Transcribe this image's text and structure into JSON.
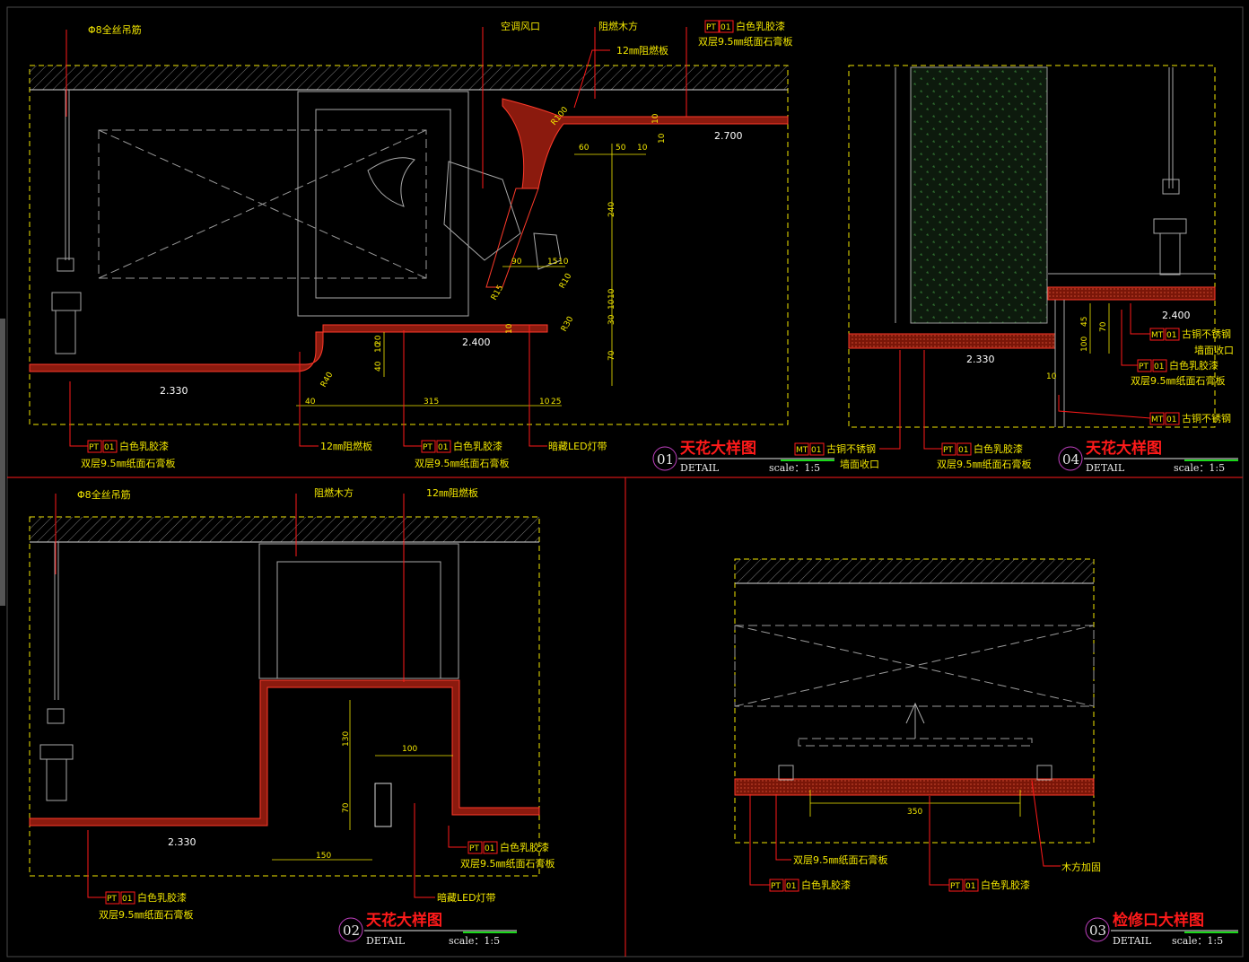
{
  "sheet": {
    "details": [
      {
        "id": "detail-01",
        "number": "01",
        "title": "天花大样图",
        "detail_label": "DETAIL",
        "scale_label": "scale：1:5",
        "callouts": [
          {
            "text": "Φ8全丝吊筋"
          },
          {
            "text": "空调风口"
          },
          {
            "text": "阻燃木方"
          },
          {
            "text": "12㎜阻燃板"
          },
          {
            "code": "PT",
            "num": "01",
            "text": "白色乳胶漆",
            "sub": "双层9.5㎜纸面石膏板"
          },
          {
            "code": "PT",
            "num": "01",
            "text": "白色乳胶漆",
            "sub": "双层9.5㎜纸面石膏板"
          },
          {
            "code": "PT",
            "num": "01",
            "text": "白色乳胶漆",
            "sub": "双层9.5㎜纸面石膏板"
          },
          {
            "text": "12㎜阻燃板"
          },
          {
            "text": "暗藏LED灯带"
          }
        ],
        "levels": [
          "2.700",
          "2.400",
          "2.330"
        ],
        "dims": [
          "R100",
          "60",
          "50",
          "10",
          "10",
          "240",
          "90",
          "15",
          "10",
          "R10",
          "R15",
          "10",
          "10",
          "10",
          "30",
          "70",
          "R30",
          "R40",
          "20",
          "10",
          "40",
          "40",
          "315",
          "10",
          "25",
          "10"
        ]
      },
      {
        "id": "detail-04",
        "number": "04",
        "title": "天花大样图",
        "detail_label": "DETAIL",
        "scale_label": "scale：1:5",
        "callouts": [
          {
            "code": "MT",
            "num": "01",
            "text": "古铜不锈钢",
            "sub": "墙面收口"
          },
          {
            "code": "PT",
            "num": "01",
            "text": "白色乳胶漆",
            "sub": "双层9.5㎜纸面石膏板"
          },
          {
            "code": "MT",
            "num": "01",
            "text": "古铜不锈钢",
            "sub": "墙面收口"
          },
          {
            "code": "PT",
            "num": "01",
            "text": "白色乳胶漆",
            "sub": "双层9.5㎜纸面石膏板"
          },
          {
            "code": "MT",
            "num": "01",
            "text": "古铜不锈钢"
          }
        ],
        "levels": [
          "2.400",
          "2.330"
        ],
        "dims": [
          "45",
          "100",
          "70",
          "10"
        ]
      },
      {
        "id": "detail-02",
        "number": "02",
        "title": "天花大样图",
        "detail_label": "DETAIL",
        "scale_label": "scale：1:5",
        "callouts": [
          {
            "text": "Φ8全丝吊筋"
          },
          {
            "text": "阻燃木方"
          },
          {
            "text": "12㎜阻燃板"
          },
          {
            "code": "PT",
            "num": "01",
            "text": "白色乳胶漆",
            "sub": "双层9.5㎜纸面石膏板"
          },
          {
            "code": "PT",
            "num": "01",
            "text": "白色乳胶漆",
            "sub": "双层9.5㎜纸面石膏板"
          },
          {
            "text": "暗藏LED灯带"
          }
        ],
        "levels": [
          "2.330"
        ],
        "dims": [
          "130",
          "100",
          "70",
          "150"
        ]
      },
      {
        "id": "detail-03",
        "number": "03",
        "title": "检修口大样图",
        "detail_label": "DETAIL",
        "scale_label": "scale：1:5",
        "callouts": [
          {
            "text": "双层9.5㎜纸面石膏板"
          },
          {
            "code": "PT",
            "num": "01",
            "text": "白色乳胶漆"
          },
          {
            "code": "PT",
            "num": "01",
            "text": "白色乳胶漆"
          },
          {
            "text": "木方加固"
          }
        ],
        "levels": [],
        "dims": [
          "350"
        ]
      }
    ],
    "colors": {
      "background": "#000000",
      "frame": "#ff1a1a",
      "dashed": "#f2e600",
      "text": "#f2e600",
      "title": "#ff1a1a",
      "board": "#8b1a0e"
    }
  }
}
